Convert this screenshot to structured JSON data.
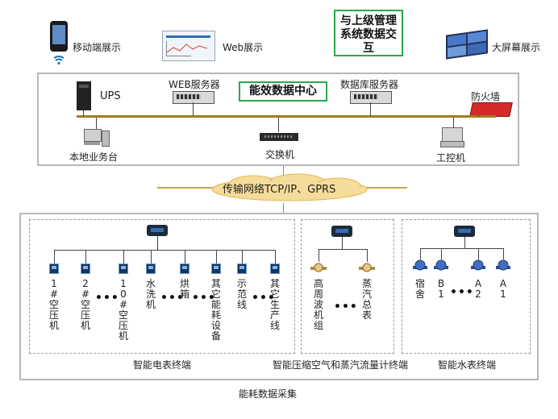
{
  "top": {
    "mobile": "移动端展示",
    "web": "Web展示",
    "superior": "与上级管理系统数据交互",
    "bigscreen": "大屏幕展示"
  },
  "center": {
    "ups": "UPS",
    "web_server": "WEB服务器",
    "title": "能效数据中心",
    "db_server": "数据库服务器",
    "firewall": "防火墙",
    "local_desk": "本地业务台",
    "switch": "交换机",
    "ipc": "工控机"
  },
  "network": "传输网络TCP/IP、GPRS",
  "electric": {
    "items": [
      "1#空压机",
      "2#空压机",
      "10#空压机",
      "水洗机",
      "烘箱",
      "其它能耗设备",
      "示范线",
      "其它生产线"
    ],
    "ellipsis": "•••",
    "caption": "智能电表终端"
  },
  "air": {
    "items": [
      "高周波机组",
      "蒸汽总表"
    ],
    "ellipsis": "•••",
    "caption": "智能压缩空气和蒸汽流量计终端"
  },
  "water": {
    "items": [
      "宿舍",
      "B1",
      "A2",
      "A1"
    ],
    "ellipsis": "•••",
    "caption": "智能水表终端"
  },
  "footer": "能耗数据采集",
  "colors": {
    "bus": "#a07d1e",
    "green_border": "#2aa84a",
    "box_border": "#b8b8b8"
  },
  "icons": [
    "phone-icon",
    "monitor-icon",
    "video-wall-icon",
    "ups-icon",
    "server-icon",
    "firewall-icon",
    "computer-icon",
    "switch-icon",
    "cloud-icon",
    "gateway-icon",
    "meter-icon",
    "flowmeter-icon",
    "watermeter-icon"
  ]
}
